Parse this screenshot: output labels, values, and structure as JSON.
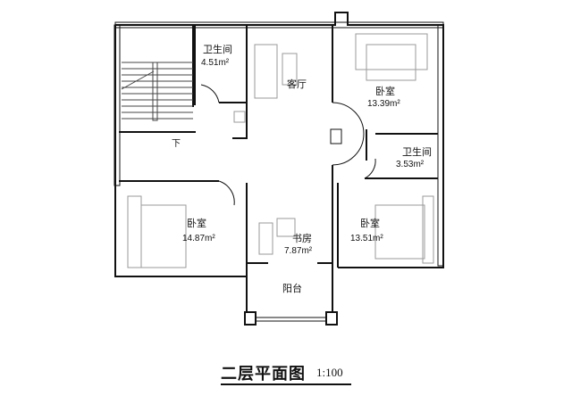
{
  "drawing": {
    "title": "二层平面图",
    "scale": "1:100",
    "stair_label": "下"
  },
  "rooms": [
    {
      "name": "卫生间",
      "area": "4.51m²",
      "id": "bathroom-1"
    },
    {
      "name": "客厅",
      "area": "",
      "id": "living-room"
    },
    {
      "name": "卧室",
      "area": "13.39m²",
      "id": "bedroom-ne"
    },
    {
      "name": "卫生间",
      "area": "3.53m²",
      "id": "bathroom-2"
    },
    {
      "name": "卧室",
      "area": "14.87m²",
      "id": "bedroom-sw"
    },
    {
      "name": "书房",
      "area": "7.87m²",
      "id": "study"
    },
    {
      "name": "卧室",
      "area": "13.51m²",
      "id": "bedroom-se"
    },
    {
      "name": "阳台",
      "area": "",
      "id": "balcony"
    }
  ],
  "colors": {
    "wall": "#111111",
    "furniture": "#9a9a9a",
    "background": "#ffffff"
  }
}
